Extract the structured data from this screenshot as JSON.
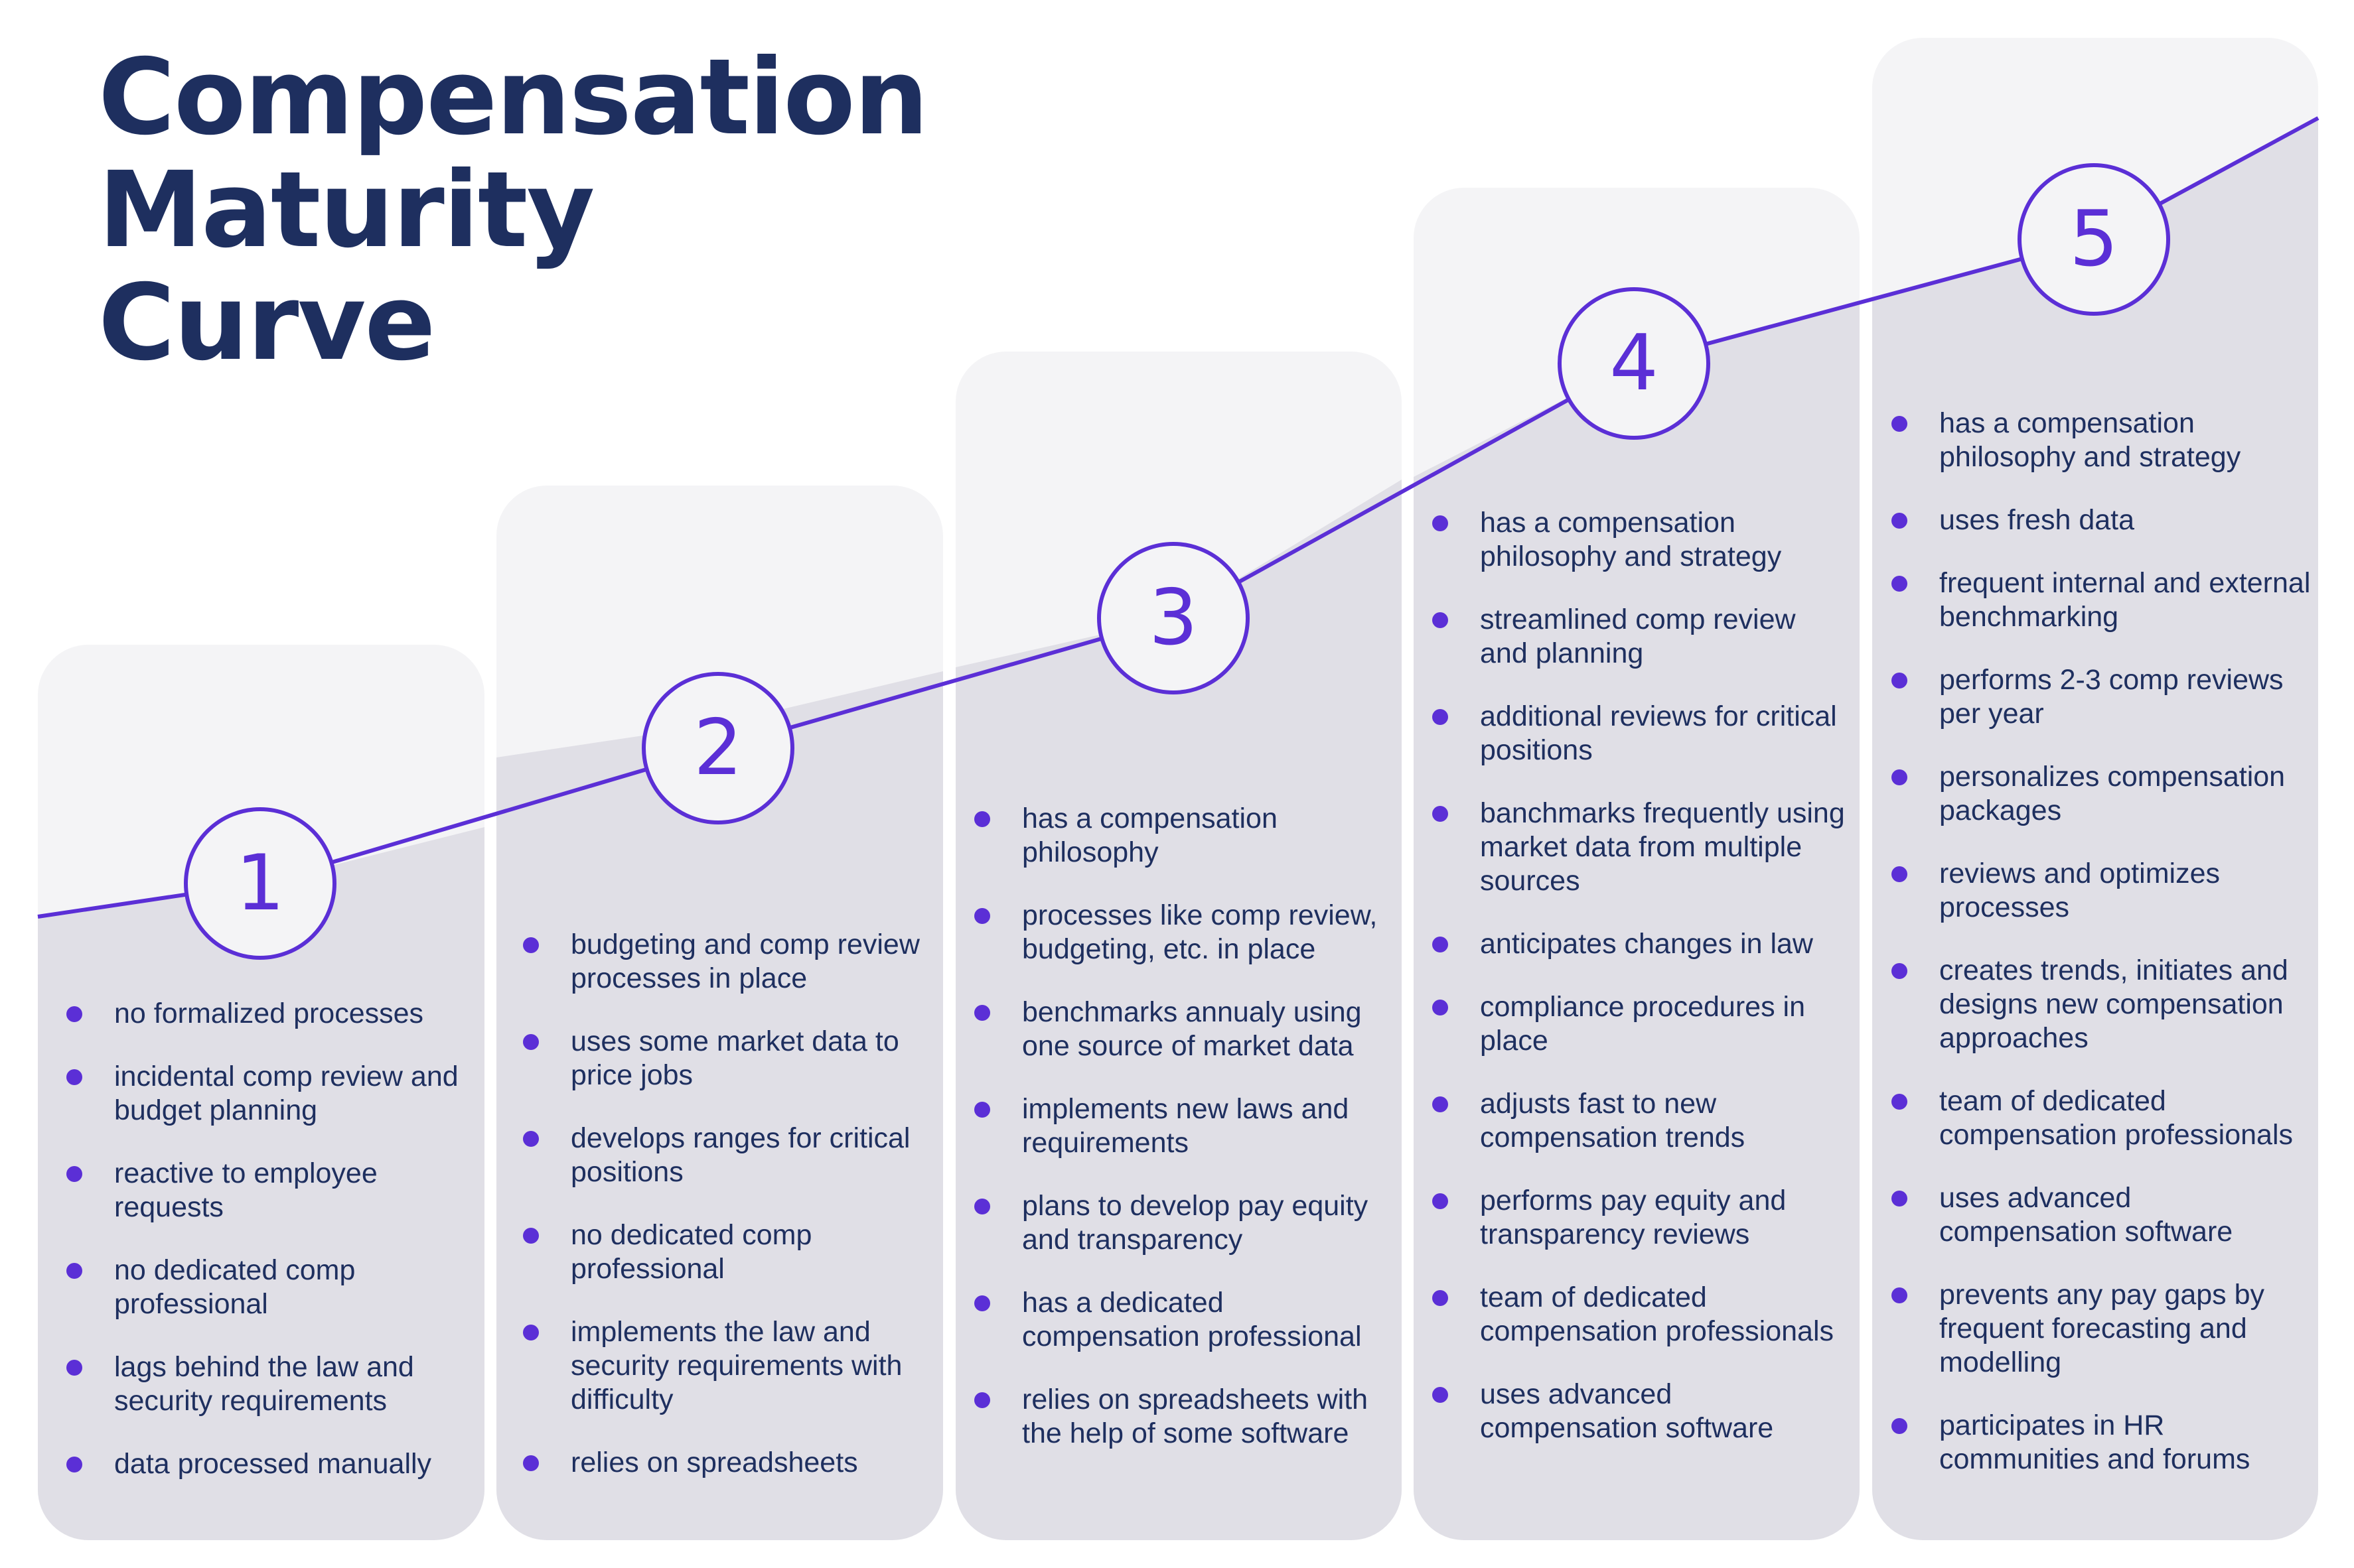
{
  "title": {
    "line1": "Compensation",
    "line2": "Maturity",
    "line3": "Curve"
  },
  "colors": {
    "navy": "#1e2f5f",
    "accent": "#5b2fd6",
    "column_upper": "#f4f4f6",
    "column_lower": "#e0dfe6",
    "background": "#ffffff"
  },
  "stages": [
    {
      "number": "1",
      "items": [
        "no formalized processes",
        "incidental comp review and budget planning",
        "reactive to employee requests",
        "no dedicated comp professional",
        "lags behind the law and security requirements",
        "data processed manually"
      ]
    },
    {
      "number": "2",
      "items": [
        "budgeting and comp review processes in place",
        "uses some market data to price jobs",
        "develops ranges for critical positions",
        "no dedicated comp professional",
        "implements the law and security requirements with difficulty",
        "relies on spreadsheets"
      ]
    },
    {
      "number": "3",
      "items": [
        "has a compensation philosophy",
        "processes like comp review, budgeting, etc. in place",
        "benchmarks annualy using one source of market data",
        "implements new laws and requirements",
        "plans to develop pay equity and transparency",
        "has a dedicated compensation professional",
        "relies on spreadsheets with the help of some software"
      ]
    },
    {
      "number": "4",
      "items": [
        "has a compensation philosophy and strategy",
        "streamlined comp review and planning",
        "additional reviews for critical positions",
        "banchmarks frequently using market data from multiple sources",
        "anticipates changes in law",
        "compliance procedures in place",
        "adjusts fast to new compensation trends",
        "performs pay equity and transparency reviews",
        "team of dedicated compensation professionals",
        "uses advanced compensation software"
      ]
    },
    {
      "number": "5",
      "items": [
        "has a compensation philosophy and strategy",
        "uses fresh data",
        "frequent internal and external benchmarking",
        "performs 2-3 comp reviews per year",
        "personalizes compensation packages",
        "reviews and optimizes processes",
        "creates trends, initiates and designs new compensation approaches",
        "team of dedicated compensation professionals",
        "uses advanced compensation software",
        "prevents any pay gaps by frequent forecasting and modelling",
        "participates in HR communities and forums"
      ]
    }
  ]
}
